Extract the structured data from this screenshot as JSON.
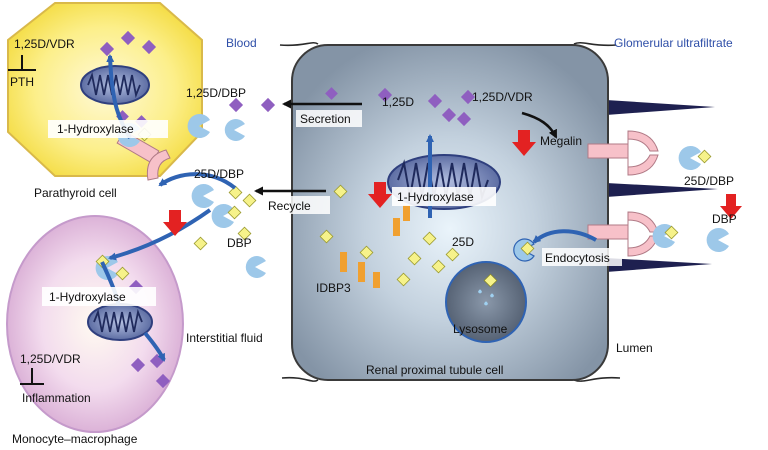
{
  "colors": {
    "cell_fill": "#b8c4d0",
    "cell_stroke": "#3a3a3a",
    "parathyroid_fill": "#fbe967",
    "monocyte_fill": "#e9cde6",
    "mito_fill": "#6c7fb4",
    "accent_blue": "#2f63b3",
    "diamond_purple": "#8f5fc0",
    "diamond_yellow": "#f6f28a",
    "receptor_pink": "#f7c1c9",
    "dbp_blue": "#9dc8e9",
    "idbp3_orange": "#f0a030",
    "down_red": "#e32222",
    "lysosome_fill": "#69768a",
    "brush_navy": "#1e2050"
  },
  "labels": {
    "blood": "Blood",
    "glomerular": "Glomerular ultrafiltrate",
    "parathyroid": {
      "vdr": "1,25D/VDR",
      "pth": "PTH",
      "hydroxylase": "1-Hydroxylase",
      "cell_name": "Parathyroid cell"
    },
    "monocyte": {
      "hydroxylase": "1-Hydroxylase",
      "vdr": "1,25D/VDR",
      "inflammation": "Inflammation",
      "cell_name": "Monocyte–macrophage"
    },
    "blood_left": {
      "d125_dbp": "1,25D/DBP",
      "d25_dbp": "25D/DBP",
      "dbp": "DBP"
    },
    "secretion": "Secretion",
    "recycle": "Recycle",
    "interstitial": "Interstitial fluid",
    "renal": {
      "d125": "1,25D",
      "vdr": "1,25D/VDR",
      "megalin": "Megalin",
      "hydroxylase": "1-Hydroxylase",
      "d25": "25D",
      "idbp3": "IDBP3",
      "lysosome": "Lysosome",
      "endocytosis": "Endocytosis",
      "cell_name": "Renal proximal tubule cell"
    },
    "lumen": {
      "d25_dbp": "25D/DBP",
      "dbp": "DBP",
      "lumen": "Lumen"
    }
  }
}
